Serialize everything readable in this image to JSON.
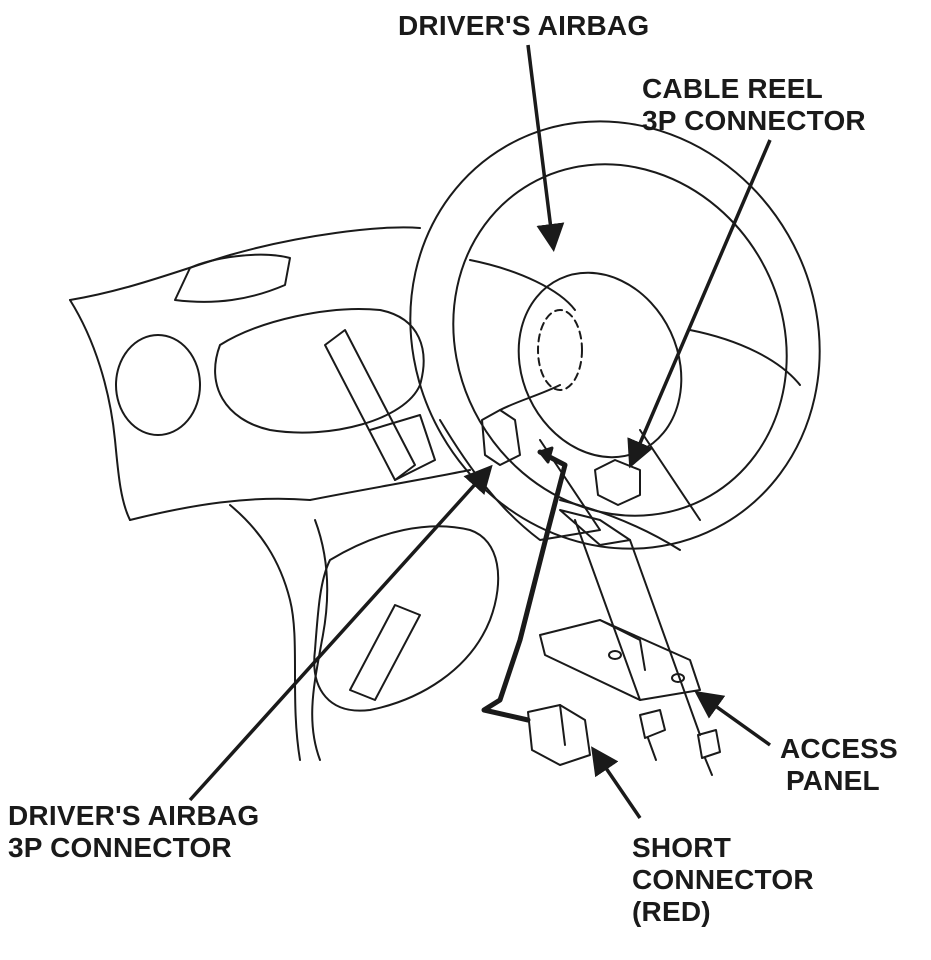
{
  "labels": {
    "drivers_airbag": "DRIVER'S AIRBAG",
    "cable_reel_connector": [
      "CABLE REEL",
      "3P CONNECTOR"
    ],
    "drivers_airbag_connector": [
      "DRIVER'S AIRBAG",
      "3P CONNECTOR"
    ],
    "access_panel": [
      "ACCESS",
      "PANEL"
    ],
    "short_connector": [
      "SHORT",
      "CONNECTOR",
      "(RED)"
    ]
  },
  "colors": {
    "ink": "#1a1a1a",
    "background": "#ffffff"
  }
}
